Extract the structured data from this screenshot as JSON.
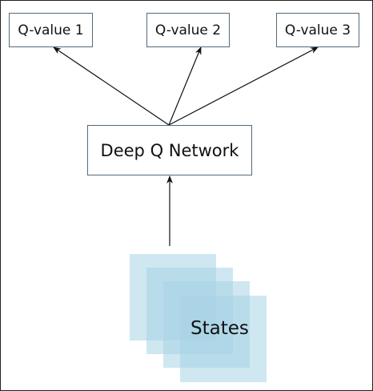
{
  "outputs": [
    {
      "label": "Q-value 1"
    },
    {
      "label": "Q-value 2"
    },
    {
      "label": "Q-value 3"
    }
  ],
  "network": {
    "label": "Deep Q Network"
  },
  "input": {
    "label": "States"
  },
  "colors": {
    "box_border": "#556a7a",
    "arrow": "#111111",
    "state_fill": "#a7d4e6"
  }
}
